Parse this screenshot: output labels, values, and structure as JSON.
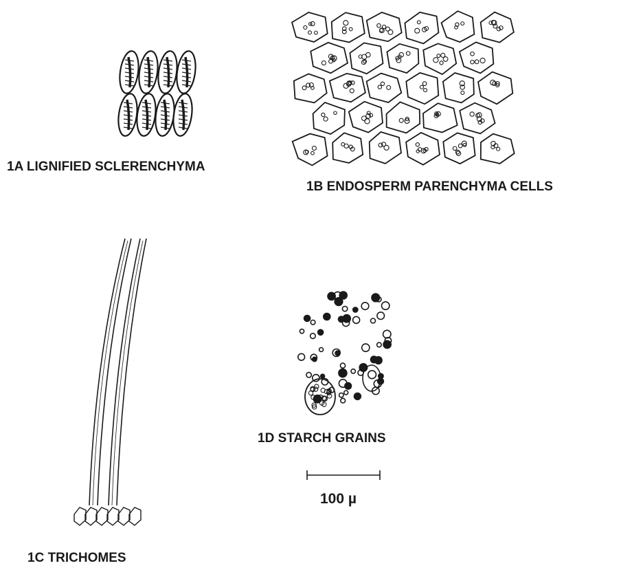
{
  "captions": {
    "a": "1A LIGNIFIED SCLERENCHYMA",
    "b": "1B ENDOSPERM PARENCHYMA CELLS",
    "c": "1C TRICHOMES",
    "d": "1D STARCH GRAINS",
    "scale": "100 µ"
  },
  "colors": {
    "ink": "#1a1a1a",
    "background": "#ffffff"
  }
}
